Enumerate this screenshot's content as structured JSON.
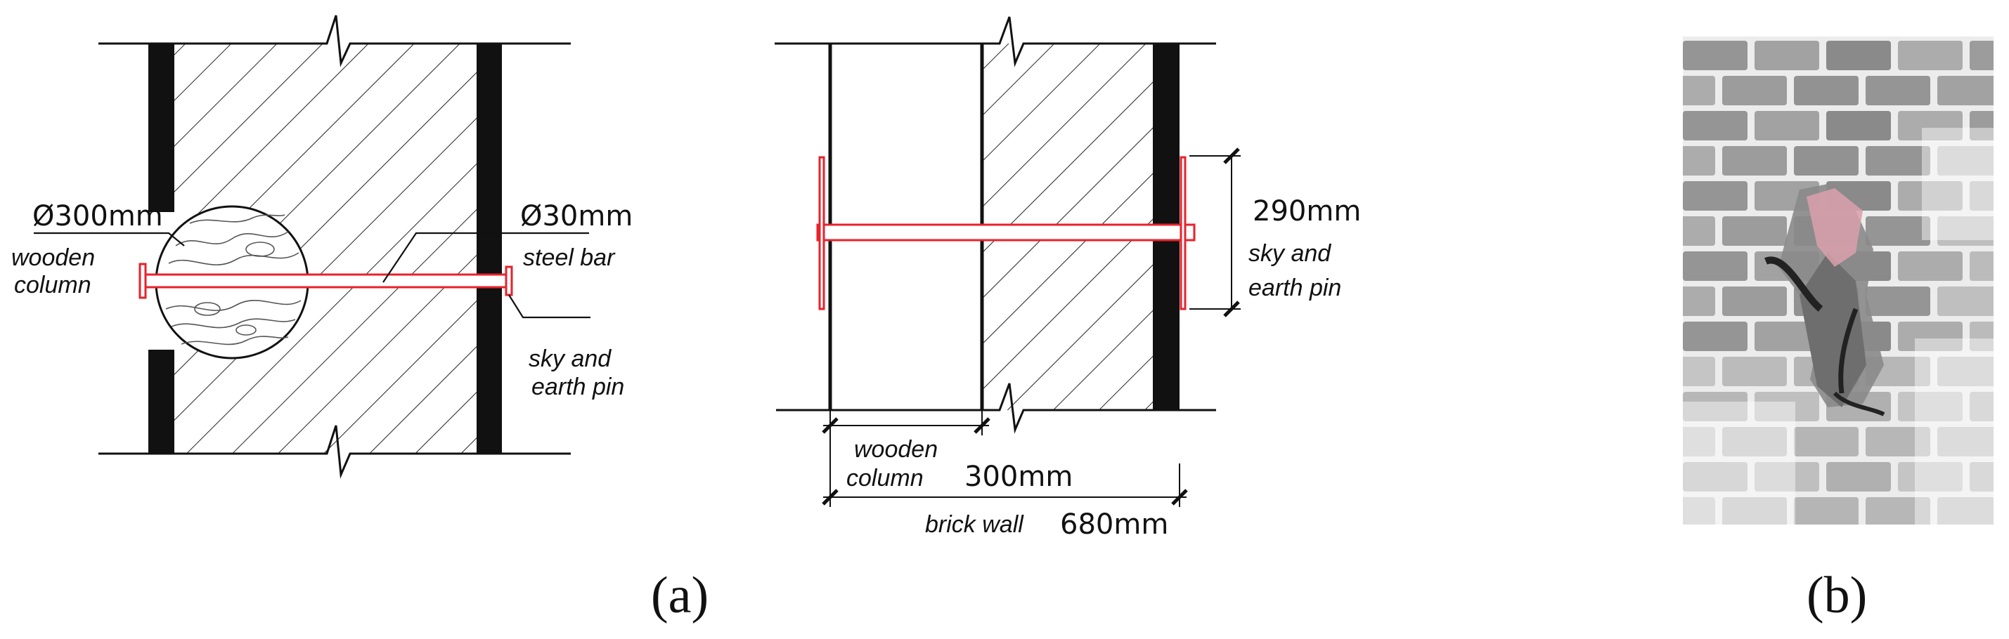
{
  "panel_a": {
    "caption": "(a)",
    "plan": {
      "column_diameter": "Ø300mm",
      "column_label_1": "wooden",
      "column_label_2": "column",
      "bar_diameter": "Ø30mm",
      "bar_label": "steel bar",
      "pin_label_1": "sky and",
      "pin_label_2": "earth pin"
    },
    "section": {
      "pin_length": "290mm",
      "pin_label_1": "sky and",
      "pin_label_2": "earth pin",
      "column_label_1": "wooden",
      "column_label_2": "column",
      "column_width": "300mm",
      "wall_label": "brick wall",
      "wall_width": "680mm"
    }
  },
  "panel_b": {
    "caption": "(b)"
  },
  "colors": {
    "ink": "#111111",
    "steel_bar": "#e8222b",
    "photo_brick": "#8f8f8f",
    "photo_mortar": "#ececec",
    "anchor_pink": "#d9a0ac"
  }
}
